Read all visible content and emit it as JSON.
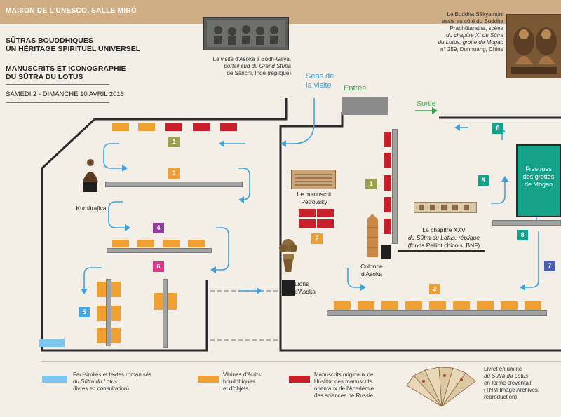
{
  "header": {
    "venue": "MAISON DE L'UNESCO, SALLE MIRÓ"
  },
  "title": {
    "line1": "SÛTRAS BOUDDHIQUES",
    "line2": "UN HÉRITAGE SPIRITUEL UNIVERSEL",
    "line3": "MANUSCRITS ET ICONOGRAPHIE",
    "line4": "DU SÛTRA DU LOTUS",
    "dates": "SAMEDI 2 - DIMANCHE 10 AVRIL 2016"
  },
  "captions": {
    "asoka_visit": [
      "La visite d'Asoka à Bodh-Gâya,",
      "portail sud du Grand Stûpa",
      "de Sânchi, Inde (réplique)"
    ],
    "buddha": [
      "Le Buddha Sâkyamuni",
      "assis au côté du Buddha",
      "Prabhûtaratna, scène",
      "du chapitre XI du Sûtra",
      "du Lotus, grotte de Mogao",
      "n° 259, Dunhuang, Chine"
    ],
    "petrovsky": [
      "Le manuscrit",
      "Petrovsky"
    ],
    "chapter25": [
      "Le chapitre XXV",
      "du Sûtra du Lotus, réplique",
      "(fonds Pelliot chinois, BNF)"
    ],
    "kumarajiva": "Kumârajîva",
    "column": [
      "Colonne",
      "d'Asoka"
    ],
    "lions": [
      "Lions",
      "d'Asoka"
    ],
    "frescoes": [
      "Fresques",
      "des grottes",
      "de Mogao"
    ]
  },
  "nav": {
    "direction": [
      "Sens de",
      "la visite"
    ],
    "entrance": "Entrée",
    "exit": "Sortie"
  },
  "badges": {
    "b1a": "1",
    "b1b": "1",
    "b2a": "2",
    "b2b": "2",
    "b3": "3",
    "b4": "4",
    "b5": "5",
    "b6": "6",
    "b7": "7",
    "b8a": "8",
    "b8b": "8",
    "b8c": "8"
  },
  "legend": {
    "blue": [
      "Fac-similés et textes romanisés",
      "du Sûtra du Lotus",
      "(livres en consultation)"
    ],
    "orange": [
      "Vitrines d'écrits",
      "bouddhiques",
      "et d'objets"
    ],
    "red": [
      "Manuscrits originaux de",
      "l'Institut des manuscrits",
      "orientaux de l'Académie",
      "des sciences de Russie"
    ],
    "fan": [
      "Livret enluminé",
      "du Sûtra du Lotus",
      "en forme d'éventail",
      "(TNM Image Archives,",
      "reproduction)"
    ]
  },
  "colors": {
    "orange": "#f0a032",
    "red": "#c8202b",
    "lightblue": "#7cc7ef",
    "arrow_blue": "#3fa2dc",
    "entrance_green": "#3aa04a",
    "teal": "#14a38a"
  }
}
